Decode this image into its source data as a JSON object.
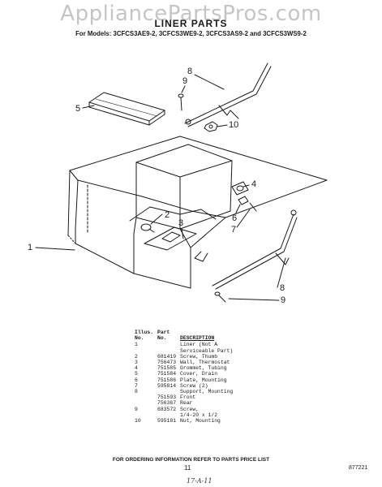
{
  "watermark": "AppliancePartsPros.com",
  "title": "LINER PARTS",
  "subtitle": "For Models: 3CFCS3AE9-2, 3CFCS3WE9-2, 3CFCS3AS9-2 and 3CFCS3WS9-2",
  "callouts": [
    "1",
    "2",
    "3",
    "4",
    "5",
    "6",
    "7",
    "8",
    "9",
    "10"
  ],
  "parts_table": {
    "headers": {
      "illus_line1": "Illus.",
      "illus_line2": "No.",
      "part_line1": "Part",
      "part_line2": "No.",
      "description": "DESCRIPTION"
    },
    "rows": [
      {
        "illus": "1",
        "part": "",
        "desc": "Liner (Not A"
      },
      {
        "illus": "",
        "part": "",
        "desc": "Serviceable Part)"
      },
      {
        "illus": "2",
        "part": "681419",
        "desc": "Screw, Thumb"
      },
      {
        "illus": "3",
        "part": "756473",
        "desc": "Wall, Thermostat"
      },
      {
        "illus": "4",
        "part": "751585",
        "desc": "Grommet, Tubing"
      },
      {
        "illus": "5",
        "part": "751584",
        "desc": "Cover, Drain"
      },
      {
        "illus": "6",
        "part": "751586",
        "desc": "Plate, Mounting"
      },
      {
        "illus": "7",
        "part": "595814",
        "desc": "Screw (2)"
      },
      {
        "illus": "8",
        "part": "",
        "desc": "Support, Mounting"
      },
      {
        "illus": "",
        "part": "751593",
        "desc": "Front"
      },
      {
        "illus": "",
        "part": "756367",
        "desc": "Rear"
      },
      {
        "illus": "9",
        "part": "683572",
        "desc": "Screw,"
      },
      {
        "illus": "",
        "part": "",
        "desc": "1/4-20 x 1/2"
      },
      {
        "illus": "10",
        "part": "595181",
        "desc": "Nut, Mounting"
      }
    ]
  },
  "footer": "FOR ORDERING INFORMATION REFER TO PARTS PRICE LIST",
  "page_number": "11",
  "doc_code": "877221",
  "handwritten_note": "17-A-11"
}
